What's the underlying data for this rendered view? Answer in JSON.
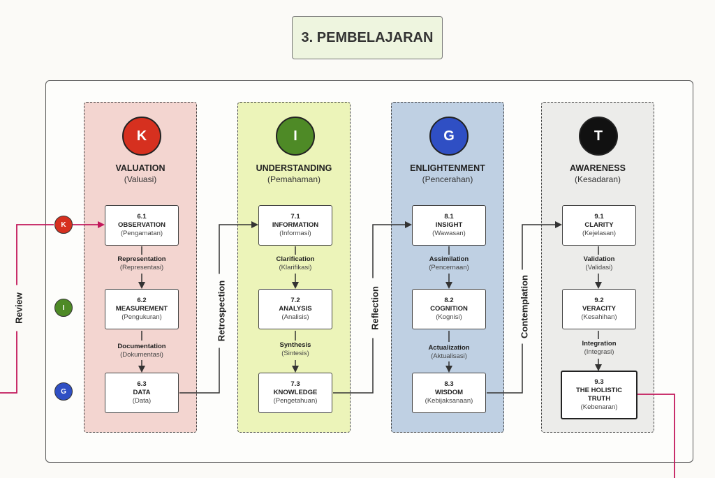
{
  "title": "3. PEMBELAJARAN",
  "colors": {
    "valuation_bg": "#f3d5d0",
    "understanding_bg": "#ecf4b9",
    "enlightenment_bg": "#bfd0e3",
    "awareness_bg": "#ececea",
    "k_red": "#d6301f",
    "i_green": "#4e8a26",
    "g_blue": "#2f4fc4",
    "t_black": "#111111",
    "review_pink": "#c2185b"
  },
  "columns": [
    {
      "letter": "K",
      "title": "VALUATION",
      "subtitle": "(Valuasi)",
      "nodes": [
        {
          "num": "6.1",
          "name": "OBSERVATION",
          "sub": "(Pengamatan)"
        },
        {
          "num": "6.2",
          "name": "MEASUREMENT",
          "sub": "(Pengukuran)"
        },
        {
          "num": "6.3",
          "name": "DATA",
          "sub": "(Data)"
        }
      ],
      "edges": [
        {
          "name": "Representation",
          "sub": "(Representasi)"
        },
        {
          "name": "Documentation",
          "sub": "(Dokumentasi)"
        }
      ]
    },
    {
      "letter": "I",
      "title": "UNDERSTANDING",
      "subtitle": "(Pemahaman)",
      "nodes": [
        {
          "num": "7.1",
          "name": "INFORMATION",
          "sub": "(Informasi)"
        },
        {
          "num": "7.2",
          "name": "ANALYSIS",
          "sub": "(Analisis)"
        },
        {
          "num": "7.3",
          "name": "KNOWLEDGE",
          "sub": "(Pengetahuan)"
        }
      ],
      "edges": [
        {
          "name": "Clarification",
          "sub": "(Klarifikasi)"
        },
        {
          "name": "Synthesis",
          "sub": "(Sintesis)"
        }
      ]
    },
    {
      "letter": "G",
      "title": "ENLIGHTENMENT",
      "subtitle": "(Pencerahan)",
      "nodes": [
        {
          "num": "8.1",
          "name": "INSIGHT",
          "sub": "(Wawasan)"
        },
        {
          "num": "8.2",
          "name": "COGNITION",
          "sub": "(Kognisi)"
        },
        {
          "num": "8.3",
          "name": "WISDOM",
          "sub": "(Kebijaksanaan)"
        }
      ],
      "edges": [
        {
          "name": "Assimilation",
          "sub": "(Pencernaan)"
        },
        {
          "name": "Actualization",
          "sub": "(Aktualisasi)"
        }
      ]
    },
    {
      "letter": "T",
      "title": "AWARENESS",
      "subtitle": "(Kesadaran)",
      "nodes": [
        {
          "num": "9.1",
          "name": "CLARITY",
          "sub": "(Kejelasan)"
        },
        {
          "num": "9.2",
          "name": "VERACITY",
          "sub": "(Kesahihan)"
        },
        {
          "num": "9.3",
          "name": "THE HOLISTIC TRUTH",
          "sub": "(Kebenaran)"
        }
      ],
      "edges": [
        {
          "name": "Validation",
          "sub": "(Validasi)"
        },
        {
          "name": "Integration",
          "sub": "(Integrasi)"
        }
      ]
    }
  ],
  "connectors": {
    "retrospection": "Retrospection",
    "reflection": "Reflection",
    "contemplation": "Contemplation",
    "review": "Review"
  },
  "side_badges": [
    "K",
    "I",
    "G"
  ]
}
